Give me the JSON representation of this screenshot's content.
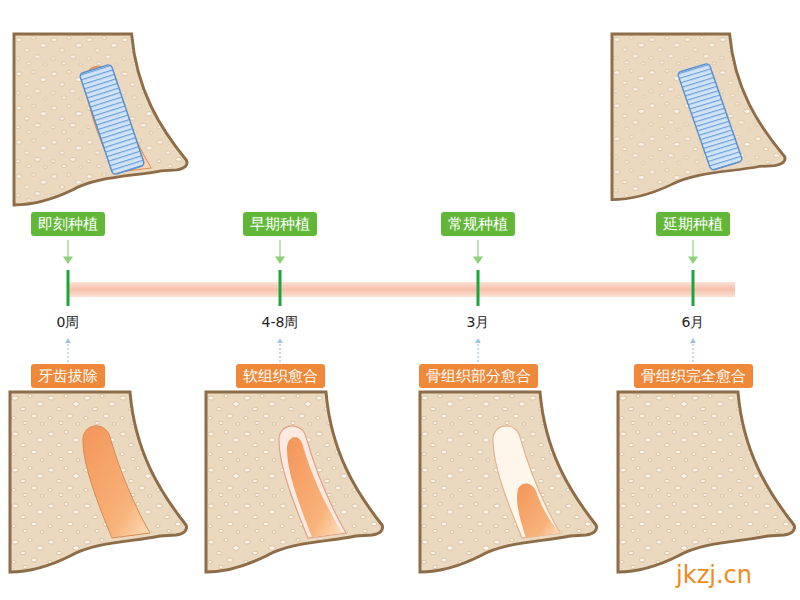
{
  "diagram": {
    "nodes": [
      {
        "text": [
          "即刻种植"
        ]
      },
      {
        "text": [
          "早期种植"
        ]
      },
      {
        "text": [
          "常规种植"
        ]
      },
      {
        "text": [
          "延期种植"
        ]
      },
      {
        "text": [
          "牙齿拔除"
        ]
      },
      {
        "text": [
          "软组织愈合"
        ]
      },
      {
        "text": [
          "骨组织部分愈合"
        ]
      },
      {
        "text": [
          "骨组织完全愈合"
        ]
      }
    ],
    "labels": [
      "0周",
      "4-8周",
      "3月",
      "6月",
      "jkzj.cn"
    ]
  }
}
